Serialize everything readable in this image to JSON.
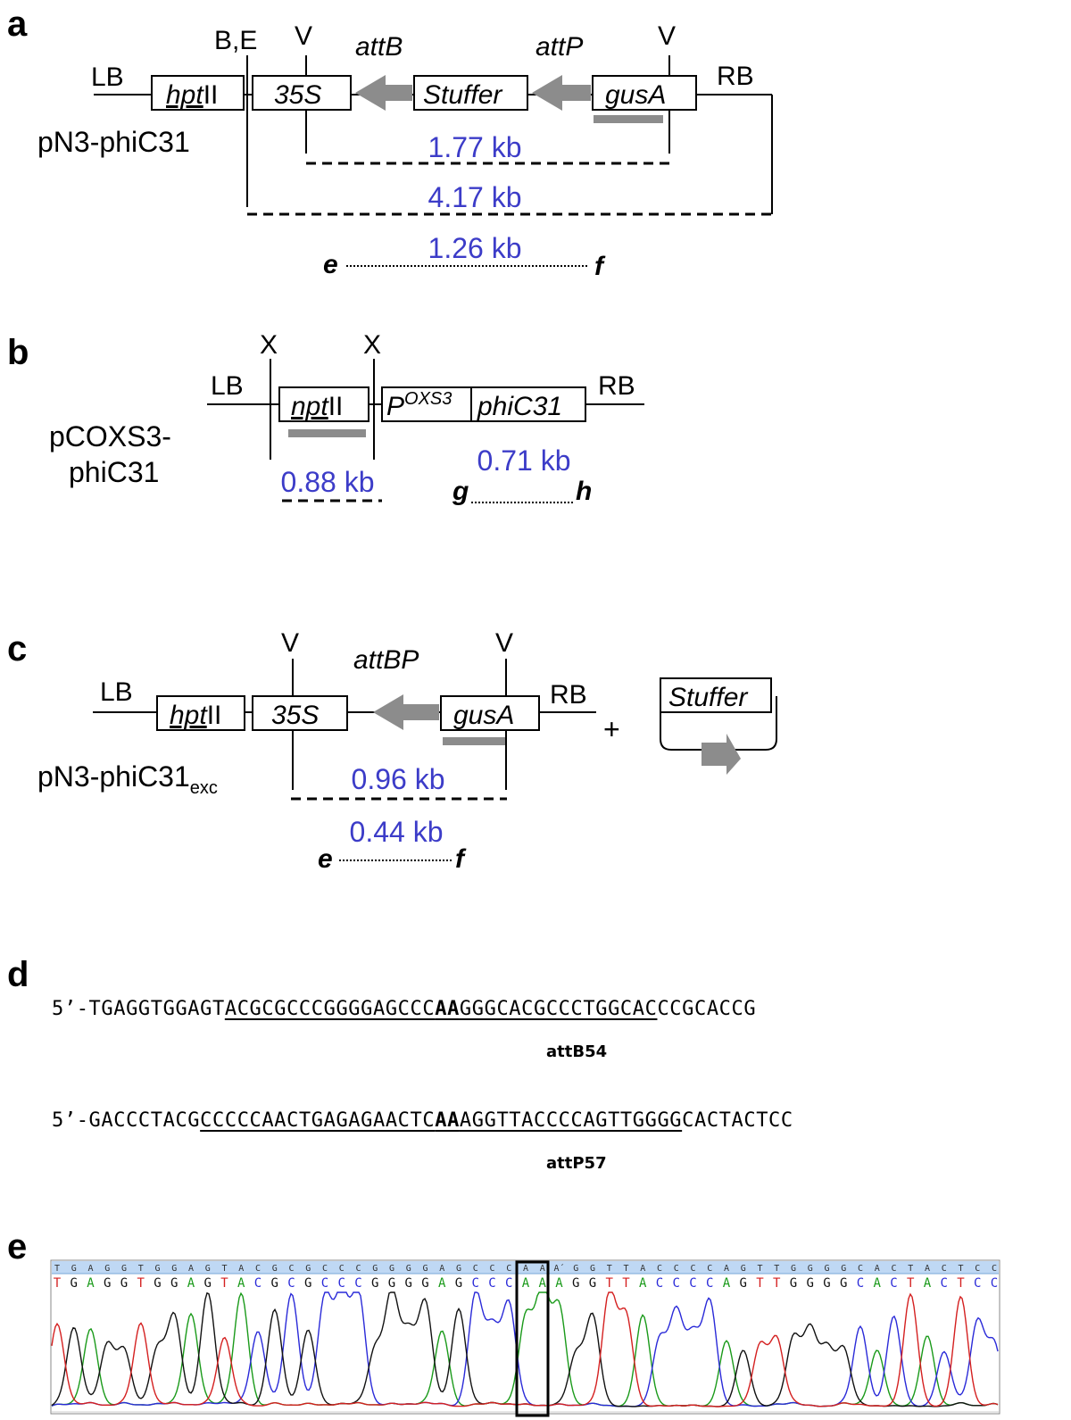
{
  "panel_labels": {
    "a": "a",
    "b": "b",
    "c": "c",
    "d": "d",
    "e": "e"
  },
  "panel_a": {
    "construct": "pN3-phiC31",
    "lb": "LB",
    "rb": "RB",
    "sites": {
      "be": "B,E",
      "v1": "V",
      "v2": "V"
    },
    "att_b": "attB",
    "att_p": "attP",
    "genes": {
      "hpt_italic": "hpt",
      "hpt_roman": "II",
      "p35s": "35S",
      "stuffer": "Stuffer",
      "gusa": "gusA"
    },
    "sizes": {
      "s1": "1.77 kb",
      "s2": "4.17 kb",
      "s3": "1.26 kb"
    },
    "primers": {
      "left": "e",
      "right": "f"
    }
  },
  "panel_b": {
    "construct_line1": "pCOXS3-",
    "construct_line2": "phiC31",
    "lb": "LB",
    "rb": "RB",
    "sites": {
      "x1": "X",
      "x2": "X"
    },
    "genes": {
      "npt_italic": "npt",
      "npt_roman": "II",
      "promoter": "P",
      "promoter_sup": "OXS3",
      "phic31": "phiC31"
    },
    "sizes": {
      "s1": "0.88 kb",
      "s2": "0.71 kb"
    },
    "primers": {
      "left": "g",
      "right": "h"
    }
  },
  "panel_c": {
    "construct": "pN3-phiC31",
    "construct_sub": "exc",
    "lb": "LB",
    "rb": "RB",
    "sites": {
      "v1": "V",
      "v2": "V"
    },
    "att_bp": "attBP",
    "genes": {
      "hpt_italic": "hpt",
      "hpt_roman": "II",
      "p35s": "35S",
      "gusa": "gusA",
      "stuffer": "Stuffer"
    },
    "plus": "+",
    "sizes": {
      "s1": "0.96 kb",
      "s2": "0.44 kb"
    },
    "primers": {
      "left": "e",
      "right": "f"
    }
  },
  "panel_d": {
    "seq1": {
      "pre": "5’-TGAGGTGGAGT",
      "u1": "ACGCGCCCGGGGAGCCC",
      "bold": "AA",
      "u2": "GGGCACGCCCTGGCAC",
      "post": "CCGCACCG",
      "name": "attB54"
    },
    "seq2": {
      "pre": "5’-GACCCTACG",
      "u1": "CCCCCAACTGAGAGAACTC",
      "bold": "AA",
      "u2": "AGGTTACCCCAGTTGGGG",
      "post": "CACTACTCC",
      "name": "attP57"
    }
  },
  "panel_e": {
    "top_calls": [
      "T",
      "G",
      "A",
      "G",
      "G",
      "T",
      "G",
      "G",
      "A",
      "G",
      "T",
      "A",
      "C",
      "G",
      "C",
      "G",
      "C",
      "C",
      "C",
      "G",
      "G",
      "G",
      "G",
      "A",
      "G",
      "C",
      "C",
      "C",
      "A",
      "A",
      "A´",
      "G",
      "G",
      "T",
      "T",
      "A",
      "C",
      "C",
      "C",
      "C",
      "A",
      "G",
      "T",
      "T",
      "G",
      "G",
      "G",
      "G",
      "C",
      "A",
      "C",
      "T",
      "A",
      "C",
      "T",
      "C",
      "C"
    ],
    "base_calls": [
      "T",
      "G",
      "A",
      "G",
      "G",
      "T",
      "G",
      "G",
      "A",
      "G",
      "T",
      "A",
      "C",
      "G",
      "C",
      "G",
      "C",
      "C",
      "C",
      "G",
      "G",
      "G",
      "G",
      "A",
      "G",
      "C",
      "C",
      "C",
      "A",
      "A",
      "A",
      "G",
      "G",
      "T",
      "T",
      "A",
      "C",
      "C",
      "C",
      "C",
      "A",
      "G",
      "T",
      "T",
      "G",
      "G",
      "G",
      "G",
      "C",
      "A",
      "C",
      "T",
      "A",
      "C",
      "T",
      "C",
      "C"
    ],
    "colors": {
      "A": "#1a9a1a",
      "C": "#2a2ad8",
      "G": "#111111",
      "T": "#d42020"
    },
    "header_color": "#bfd8f4"
  },
  "colors": {
    "size_text": "#3c3cc8",
    "arrow_gray": "#8c8c8c",
    "probe_gray": "#8c8c8c"
  }
}
